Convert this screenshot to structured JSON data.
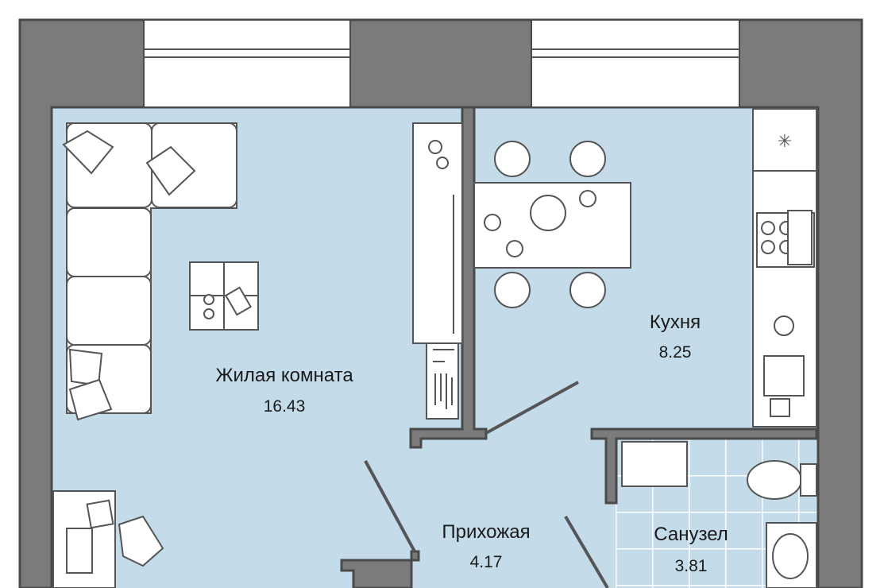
{
  "plan": {
    "colors": {
      "wall": "#7b7b7b",
      "wall_edge": "#4a4a4a",
      "floor": "#c4dcea",
      "tile_line": "#ffffff"
    },
    "rooms": [
      {
        "name": "Жилая комната",
        "area": "16.43"
      },
      {
        "name": "Кухня",
        "area": "8.25"
      },
      {
        "name": "Прихожая",
        "area": "4.17"
      },
      {
        "name": "Санузел",
        "area": "3.81"
      }
    ]
  }
}
